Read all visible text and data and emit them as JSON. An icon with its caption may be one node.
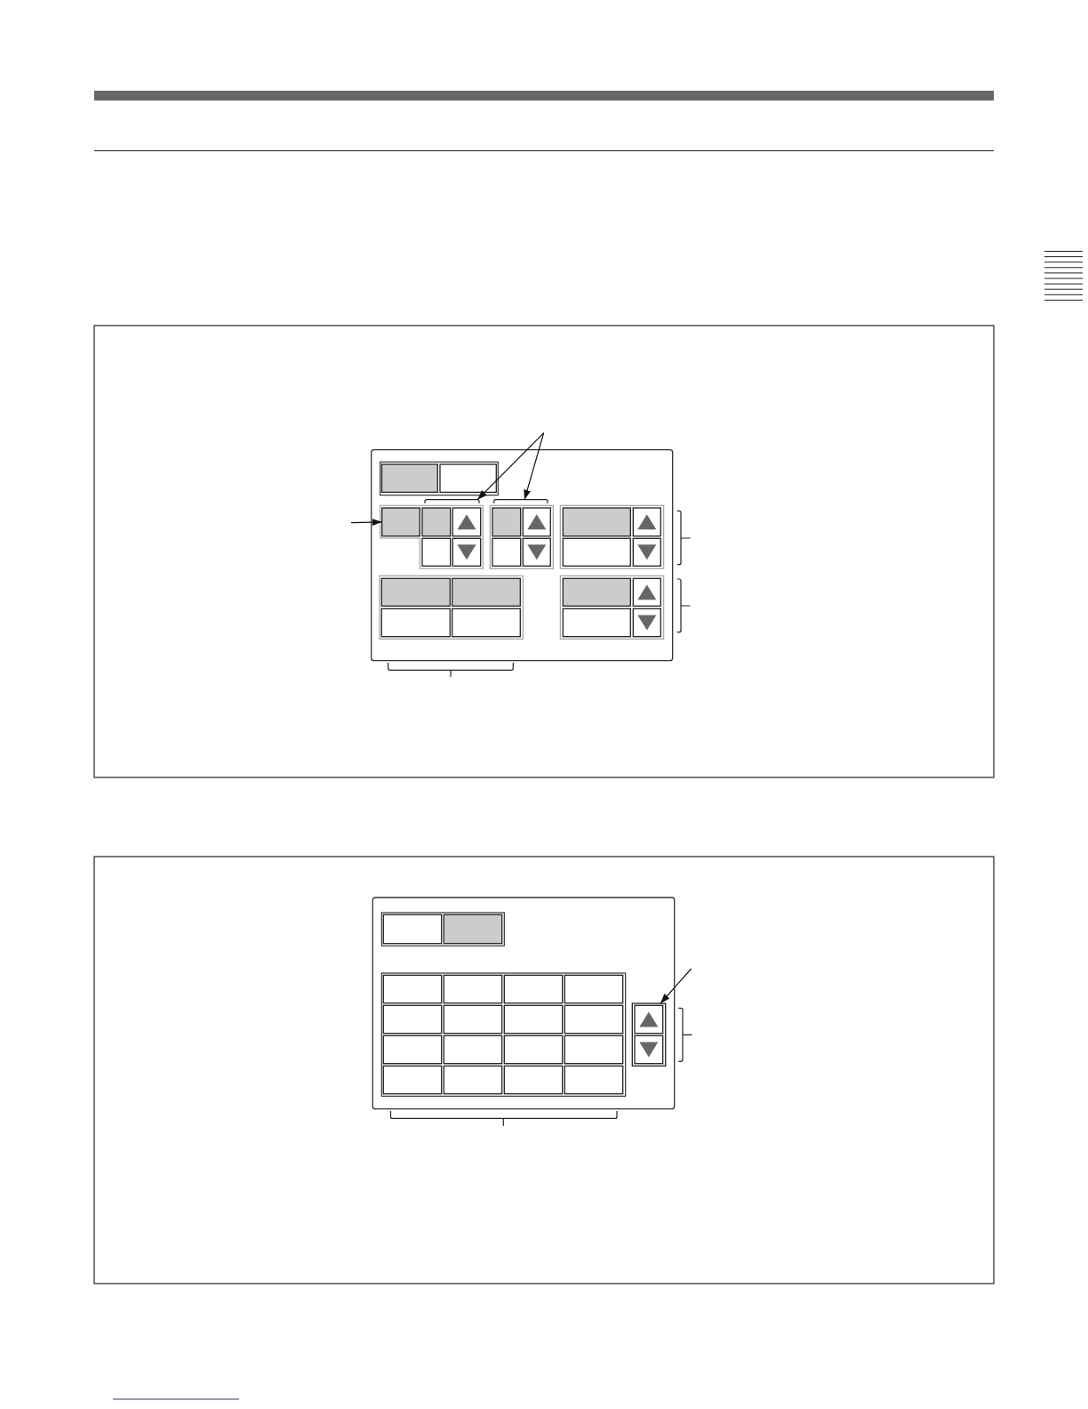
{
  "diagram": {
    "nodes": [
      {
        "text": [],
        "shape": "bracket"
      },
      {
        "text": [],
        "shape": "bracket"
      },
      {
        "text": [],
        "shape": "box"
      },
      {
        "text": [],
        "shape": "box"
      }
    ],
    "edges": [
      {
        "from": null,
        "to": 0,
        "arrow": "to"
      },
      {
        "from": null,
        "to": 1,
        "arrow": "to"
      },
      {
        "from": null,
        "to": 2,
        "arrow": "to"
      },
      {
        "from": null,
        "to": 3,
        "arrow": "to"
      }
    ]
  }
}
